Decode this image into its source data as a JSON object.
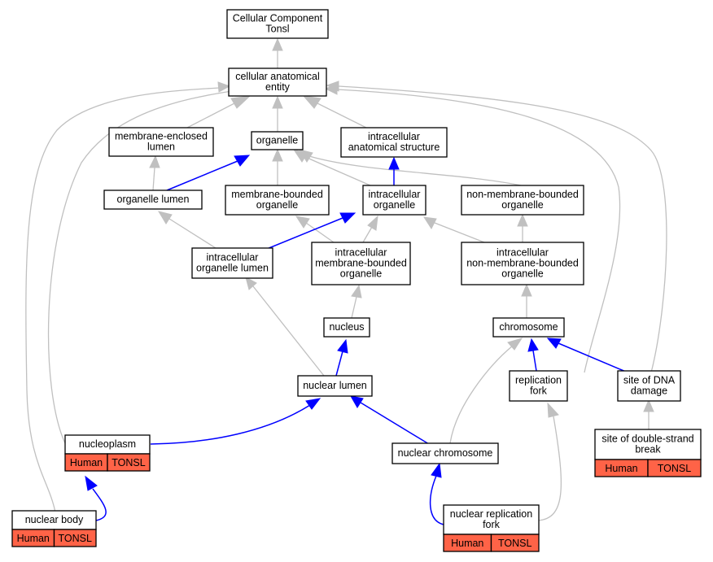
{
  "nodes": {
    "cc_tonsl": [
      "Cellular Component",
      "Tonsl"
    ],
    "cellular_anatomical_entity": [
      "cellular anatomical",
      "entity"
    ],
    "membrane_enclosed_lumen": [
      "membrane-enclosed",
      "lumen"
    ],
    "organelle": [
      "organelle"
    ],
    "intracellular_anatomical_structure": [
      "intracellular",
      "anatomical structure"
    ],
    "organelle_lumen": [
      "organelle lumen"
    ],
    "membrane_bounded_organelle": [
      "membrane-bounded",
      "organelle"
    ],
    "intracellular_organelle": [
      "intracellular",
      "organelle"
    ],
    "non_membrane_bounded_organelle": [
      "non-membrane-bounded",
      "organelle"
    ],
    "intracellular_organelle_lumen": [
      "intracellular",
      "organelle lumen"
    ],
    "intracellular_membrane_bounded_organelle": [
      "intracellular",
      "membrane-bounded",
      "organelle"
    ],
    "intracellular_non_membrane_bounded_organelle": [
      "intracellular",
      "non-membrane-bounded",
      "organelle"
    ],
    "nucleus": [
      "nucleus"
    ],
    "chromosome": [
      "chromosome"
    ],
    "nuclear_lumen": [
      "nuclear lumen"
    ],
    "replication_fork": [
      "replication",
      "fork"
    ],
    "site_of_dna_damage": [
      "site of DNA",
      "damage"
    ],
    "nucleoplasm": [
      "nucleoplasm"
    ],
    "nuclear_chromosome": [
      "nuclear chromosome"
    ],
    "site_of_double_strand_break": [
      "site of double-strand",
      "break"
    ],
    "nuclear_body": [
      "nuclear body"
    ],
    "nuclear_replication_fork": [
      "nuclear replication",
      "fork"
    ]
  },
  "annotations": {
    "nucleoplasm": [
      "Human",
      "TONSL"
    ],
    "site_of_double_strand_break": [
      "Human",
      "TONSL"
    ],
    "nuclear_body": [
      "Human",
      "TONSL"
    ],
    "nuclear_replication_fork": [
      "Human",
      "TONSL"
    ]
  },
  "edge_colors": {
    "is_a": "#c0c0c0",
    "part_of": "#0000ff"
  },
  "annotation_color": "#ff6347"
}
